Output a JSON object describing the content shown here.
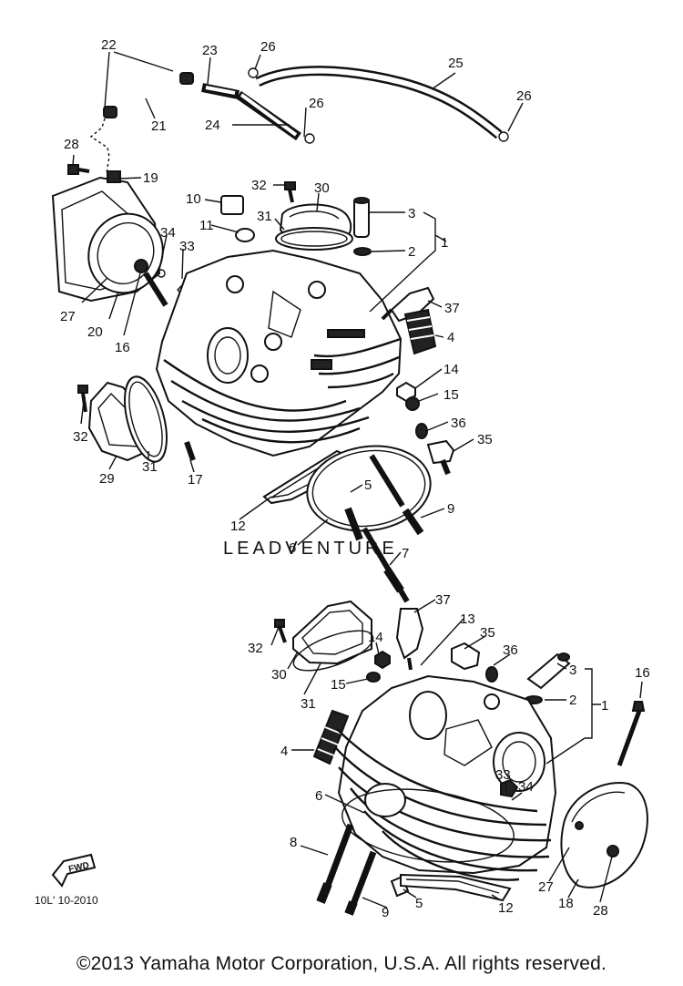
{
  "drawing_code": "10L' 10-2010",
  "fwd_label": "FWD",
  "watermark": "LEADVENTURE",
  "copyright": "©2013 Yamaha Motor Corporation, U.S.A. All rights reserved.",
  "callouts": {
    "c22": "22",
    "c23": "23",
    "c26a": "26",
    "c25": "25",
    "c26b": "26",
    "c21": "21",
    "c24": "24",
    "c26c": "26",
    "c28a": "28",
    "c19": "19",
    "c32a": "32",
    "c30a": "30",
    "c10": "10",
    "c11": "11",
    "c31a": "31",
    "c3a": "3",
    "c2a": "2",
    "c1a": "1",
    "c34a": "34",
    "c33a": "33",
    "c27a": "27",
    "c20": "20",
    "c16a": "16",
    "c37a": "37",
    "c4a": "4",
    "c14a": "14",
    "c15a": "15",
    "c32b": "32",
    "c36a": "36",
    "c35a": "35",
    "c29": "29",
    "c31b": "31",
    "c17": "17",
    "c5a": "5",
    "c12a": "12",
    "c9a": "9",
    "c6a": "6",
    "c7": "7",
    "c37b": "37",
    "c13": "13",
    "c32c": "32",
    "c14b": "14",
    "c35b": "35",
    "c36b": "36",
    "c30b": "30",
    "c15b": "15",
    "c31c": "31",
    "c3b": "3",
    "c2b": "2",
    "c1b": "1",
    "c16b": "16",
    "c4b": "4",
    "c33b": "33",
    "c34b": "34",
    "c6b": "6",
    "c8": "8",
    "c5b": "5",
    "c27b": "27",
    "c9b": "9",
    "c12b": "12",
    "c18": "18",
    "c28b": "28"
  }
}
